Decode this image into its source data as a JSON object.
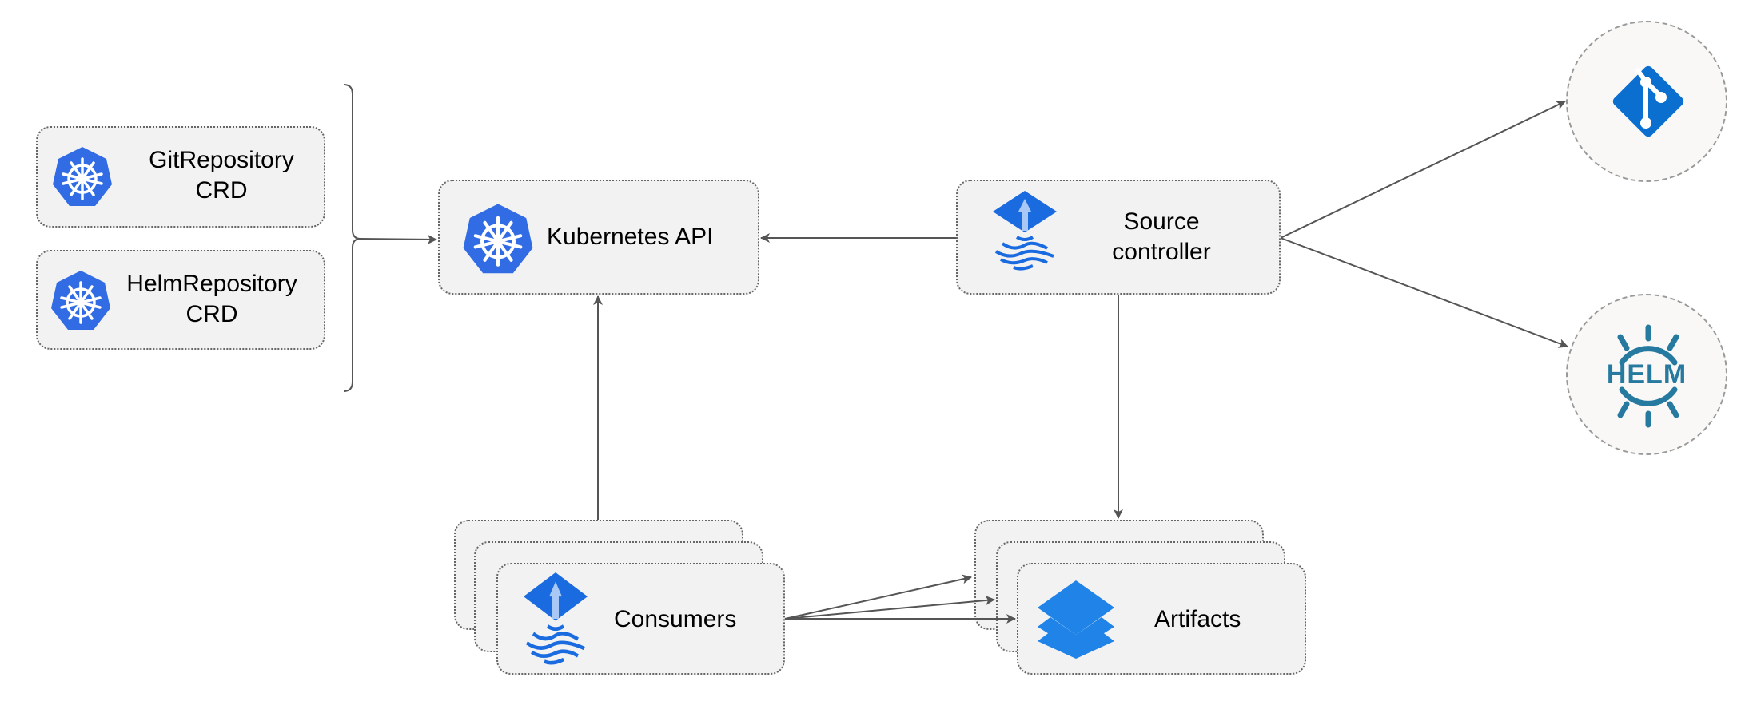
{
  "nodes": {
    "git_repository_crd": {
      "line1": "GitRepository",
      "line2": "CRD",
      "icon": "kubernetes-icon"
    },
    "helm_repository_crd": {
      "line1": "HelmRepository",
      "line2": "CRD",
      "icon": "kubernetes-icon"
    },
    "kubernetes_api": {
      "label": "Kubernetes API",
      "icon": "kubernetes-icon"
    },
    "source_controller": {
      "line1": "Source",
      "line2": "controller",
      "icon": "flux-icon"
    },
    "consumers": {
      "label": "Consumers",
      "icon": "flux-icon"
    },
    "artifacts": {
      "label": "Artifacts",
      "icon": "layers-icon"
    },
    "git": {
      "icon": "git-icon"
    },
    "helm": {
      "label": "HELM",
      "icon": "helm-icon"
    }
  },
  "colors": {
    "kubernetes": "#326ce5",
    "flux": "#1a6be0",
    "git": "#0a6fcf",
    "helm": "#277a9f",
    "artifacts": "#1f83e8",
    "box_fill": "#f2f2f2",
    "edge": "#555555"
  }
}
